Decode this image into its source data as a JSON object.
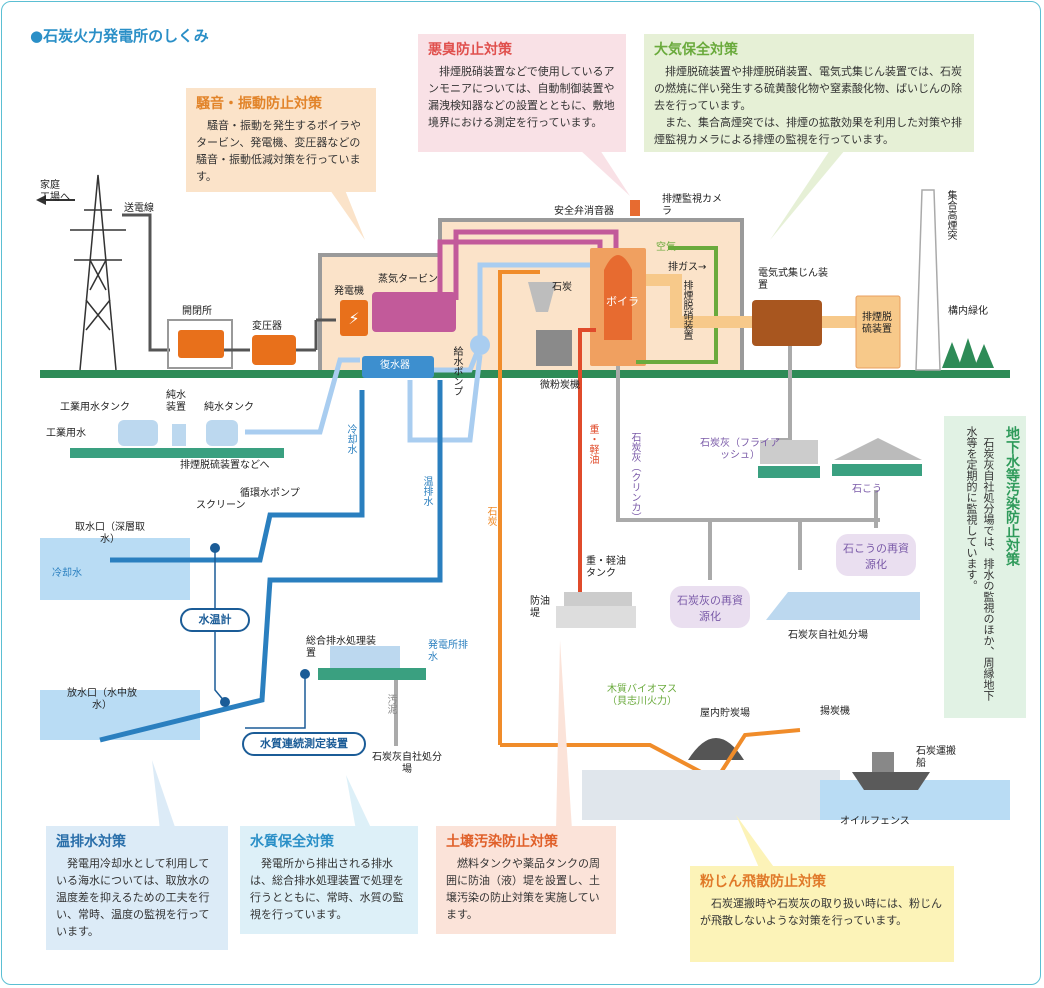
{
  "title": "●石炭火力発電所のしくみ",
  "panels": {
    "noise": {
      "heading": "騒音・振動防止対策",
      "body": "騒音・振動を発生するボイラやタービン、発電機、変圧器などの騒音・振動低減対策を行っています。"
    },
    "odor": {
      "heading": "悪臭防止対策",
      "body": "排煙脱硝装置などで使用しているアンモニアについては、自動制御装置や漏洩検知器などの設置とともに、敷地境界における測定を行っています。"
    },
    "air": {
      "heading": "大気保全対策",
      "body1": "排煙脱硫装置や排煙脱硝装置、電気式集じん装置では、石炭の燃焼に伴い発生する硫黄酸化物や窒素酸化物、ばいじんの除去を行っています。",
      "body2": "また、集合高煙突では、排煙の拡散効果を利用した対策や排煙監視カメラによる排煙の監視を行っています。"
    },
    "groundwater": {
      "heading": "地下水等汚染防止対策",
      "body": "石炭灰自社処分場では、排水の監視のほか、周縁地下水等を定期的に監視しています。"
    },
    "warmwater": {
      "heading": "温排水対策",
      "body": "発電用冷却水として利用している海水については、取放水の温度差を抑えるための工夫を行い、常時、温度の監視を行っています。"
    },
    "waterquality": {
      "heading": "水質保全対策",
      "body": "発電所から排出される排水は、総合排水処理装置で処理を行うとともに、常時、水質の監視を行っています。"
    },
    "soil": {
      "heading": "土壌汚染防止対策",
      "body": "燃料タンクや薬品タンクの周囲に防油（液）堤を設置し、土壌汚染の防止対策を実施しています。"
    },
    "dust": {
      "heading": "粉じん飛散防止対策",
      "body": "石炭運搬時や石炭灰の取り扱い時には、粉じんが飛散しないような対策を行っています。"
    }
  },
  "labels": {
    "home": "家庭\n工場へ",
    "transmission": "送電線",
    "switchyard": "開閉所",
    "transformer": "変圧器",
    "generator": "発電機",
    "turbine": "蒸気タービン",
    "condenser": "復水器",
    "feedpump": "給水ポンプ",
    "safety_valve": "安全弁消音器",
    "camera": "排煙監視カメラ",
    "coal": "石炭",
    "mill": "微粉炭機",
    "boiler": "ボイラ",
    "air": "空気",
    "exhaust": "排ガス→",
    "denox": "排煙脱硝装置",
    "esp": "電気式集じん装置",
    "desulf": "排煙脱硫装置",
    "stack": "集合高煙突",
    "green": "構内緑化",
    "ind_tank": "工業用水タンク",
    "pure_dev": "純水装置",
    "pure_tank": "純水タンク",
    "ind_water": "工業用水",
    "to_desulf": "排煙脱硫装置などへ",
    "cooling": "冷却水",
    "warm_out": "温排水",
    "fuel_oil": "重・軽油",
    "clinker": "石炭灰（クリンカ）",
    "coal_up": "石炭",
    "flyash": "石炭灰（フライアッシュ）",
    "gypsum": "石こう",
    "gypsum_reuse": "石こうの再資源化",
    "ash_reuse": "石炭灰の再資源化",
    "ash_site": "石炭灰自社処分場",
    "screen": "スクリーン",
    "circ_pump": "循環水ポンプ",
    "intake": "取水口（深層取水）",
    "intake_water": "冷却水",
    "thermometer": "水温計",
    "outfall": "放水口（水中放水）",
    "wwt": "総合排水処理装置",
    "plant_drain": "発電所排水",
    "sludge": "汚泥",
    "ash_site2": "石炭灰自社処分場",
    "wq_monitor": "水質連続測定装置",
    "oil_tank": "重・軽油タンク",
    "oil_dike": "防油堤",
    "biomass": "木質バイオマス（貝志川火力）",
    "coal_yard": "屋内貯炭場",
    "unloader": "揚炭機",
    "ship": "石炭運搬船",
    "oil_fence": "オイルフェンス"
  },
  "colors": {
    "accent": "#2a8fc7",
    "noise": "#fbe3c9",
    "odor": "#f9e1e6",
    "air": "#e6f0d6",
    "groundwater": "#e1f2e4",
    "warmwater": "#dcebf7",
    "waterquality": "#ddf0f8",
    "soil": "#fbe3d9",
    "dust": "#fcf3b8"
  }
}
